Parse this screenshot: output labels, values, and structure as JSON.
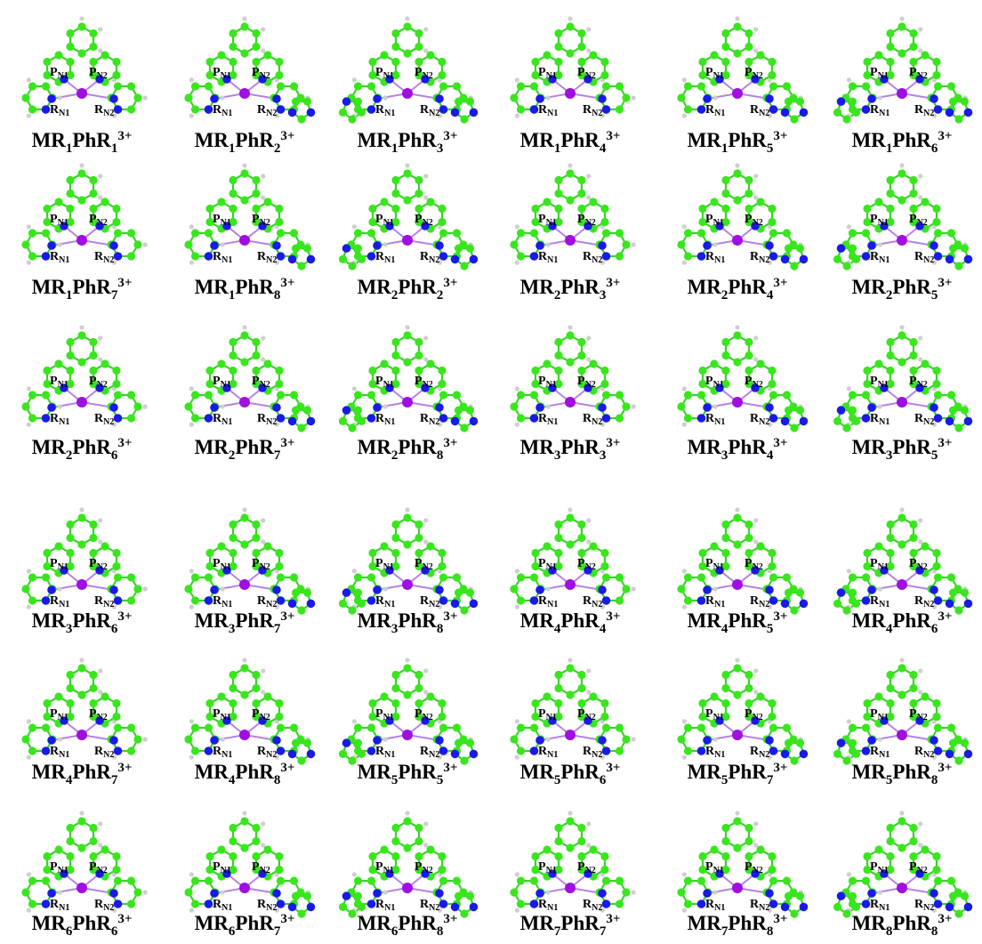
{
  "figure": {
    "molecules": [
      {
        "prefix": "MR",
        "r1": "1",
        "mid": "PhR",
        "r2": "1",
        "charge": "3+"
      },
      {
        "prefix": "MR",
        "r1": "1",
        "mid": "PhR",
        "r2": "2",
        "charge": "3+"
      },
      {
        "prefix": "MR",
        "r1": "1",
        "mid": "PhR",
        "r2": "3",
        "charge": "3+"
      },
      {
        "prefix": "MR",
        "r1": "1",
        "mid": "PhR",
        "r2": "4",
        "charge": "3+"
      },
      {
        "prefix": "MR",
        "r1": "1",
        "mid": "PhR",
        "r2": "5",
        "charge": "3+"
      },
      {
        "prefix": "MR",
        "r1": "1",
        "mid": "PhR",
        "r2": "6",
        "charge": "3+"
      },
      {
        "prefix": "MR",
        "r1": "1",
        "mid": "PhR",
        "r2": "7",
        "charge": "3+"
      },
      {
        "prefix": "MR",
        "r1": "1",
        "mid": "PhR",
        "r2": "8",
        "charge": "3+"
      },
      {
        "prefix": "MR",
        "r1": "2",
        "mid": "PhR",
        "r2": "2",
        "charge": "3+"
      },
      {
        "prefix": "MR",
        "r1": "2",
        "mid": "PhR",
        "r2": "3",
        "charge": "3+"
      },
      {
        "prefix": "MR",
        "r1": "2",
        "mid": "PhR",
        "r2": "4",
        "charge": "3+"
      },
      {
        "prefix": "MR",
        "r1": "2",
        "mid": "PhR",
        "r2": "5",
        "charge": "3+"
      },
      {
        "prefix": "MR",
        "r1": "2",
        "mid": "PhR",
        "r2": "6",
        "charge": "3+"
      },
      {
        "prefix": "MR",
        "r1": "2",
        "mid": "PhR",
        "r2": "7",
        "charge": "3+"
      },
      {
        "prefix": "MR",
        "r1": "2",
        "mid": "PhR",
        "r2": "8",
        "charge": "3+"
      },
      {
        "prefix": "MR",
        "r1": "3",
        "mid": "PhR",
        "r2": "3",
        "charge": "3+"
      },
      {
        "prefix": "MR",
        "r1": "3",
        "mid": "PhR",
        "r2": "4",
        "charge": "3+"
      },
      {
        "prefix": "MR",
        "r1": "3",
        "mid": "PhR",
        "r2": "5",
        "charge": "3+"
      },
      {
        "prefix": "MR",
        "r1": "3",
        "mid": "PhR",
        "r2": "6",
        "charge": "3+"
      },
      {
        "prefix": "MR",
        "r1": "3",
        "mid": "PhR",
        "r2": "7",
        "charge": "3+"
      },
      {
        "prefix": "MR",
        "r1": "3",
        "mid": "PhR",
        "r2": "8",
        "charge": "3+"
      },
      {
        "prefix": "MR",
        "r1": "4",
        "mid": "PhR",
        "r2": "4",
        "charge": "3+"
      },
      {
        "prefix": "MR",
        "r1": "4",
        "mid": "PhR",
        "r2": "5",
        "charge": "3+"
      },
      {
        "prefix": "MR",
        "r1": "4",
        "mid": "PhR",
        "r2": "6",
        "charge": "3+"
      },
      {
        "prefix": "MR",
        "r1": "4",
        "mid": "PhR",
        "r2": "7",
        "charge": "3+"
      },
      {
        "prefix": "MR",
        "r1": "4",
        "mid": "PhR",
        "r2": "8",
        "charge": "3+"
      },
      {
        "prefix": "MR",
        "r1": "5",
        "mid": "PhR",
        "r2": "5",
        "charge": "3+"
      },
      {
        "prefix": "MR",
        "r1": "5",
        "mid": "PhR",
        "r2": "6",
        "charge": "3+"
      },
      {
        "prefix": "MR",
        "r1": "5",
        "mid": "PhR",
        "r2": "7",
        "charge": "3+"
      },
      {
        "prefix": "MR",
        "r1": "5",
        "mid": "PhR",
        "r2": "8",
        "charge": "3+"
      },
      {
        "prefix": "MR",
        "r1": "6",
        "mid": "PhR",
        "r2": "6",
        "charge": "3+"
      },
      {
        "prefix": "MR",
        "r1": "6",
        "mid": "PhR",
        "r2": "7",
        "charge": "3+"
      },
      {
        "prefix": "MR",
        "r1": "6",
        "mid": "PhR",
        "r2": "8",
        "charge": "3+"
      },
      {
        "prefix": "MR",
        "r1": "7",
        "mid": "PhR",
        "r2": "7",
        "charge": "3+"
      },
      {
        "prefix": "MR",
        "r1": "7",
        "mid": "PhR",
        "r2": "8",
        "charge": "3+"
      },
      {
        "prefix": "MR",
        "r1": "8",
        "mid": "PhR",
        "r2": "8",
        "charge": "3+"
      }
    ],
    "site_labels": {
      "p": "P",
      "r": "R",
      "n1": "N1",
      "n2": "N2"
    },
    "colors": {
      "carbon": "#39e61d",
      "nitrogen": "#1a1ae6",
      "metal": "#a00ee0",
      "hydrogen": "#cfcfcf",
      "bond_cc": "#38d428",
      "bond_metal": "#b482e6"
    }
  }
}
